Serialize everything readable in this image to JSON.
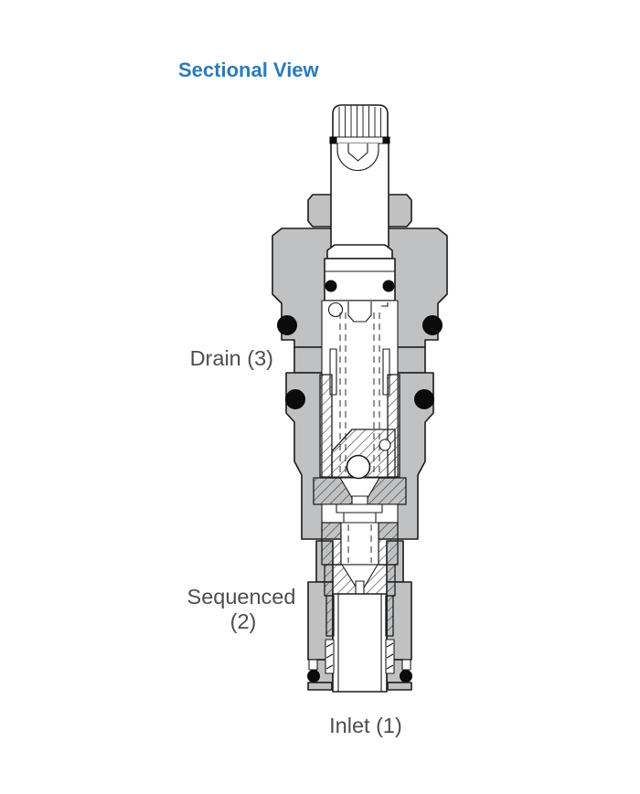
{
  "title": {
    "text": "Sectional View"
  },
  "diagram": {
    "labels": {
      "drain": "Drain (3)",
      "sequenced_line1": "Sequenced",
      "sequenced_line2": "(2)",
      "inlet": "Inlet (1)"
    }
  },
  "colors": {
    "accent": "#2B7BB9",
    "label": "#4D4D4F",
    "body_gray": "#BFC1C3",
    "line": "#1C1C1C",
    "hatch_line": "#3A3A3A"
  }
}
